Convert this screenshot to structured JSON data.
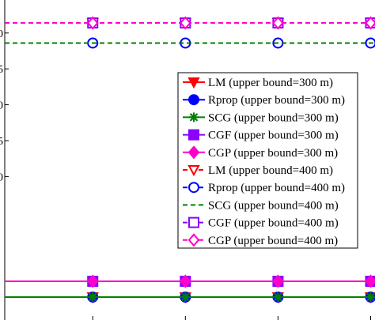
{
  "chart_data": {
    "type": "line",
    "title": "",
    "xlabel": "",
    "ylabel": "",
    "x": [
      1,
      2,
      3,
      4
    ],
    "xlim": [
      0.05,
      4.03
    ],
    "ylim": [
      -1.0,
      1.23
    ],
    "y_tick_values": [
      0,
      0.25,
      0.5,
      0.75,
      1.0
    ],
    "y_tick_labels": [
      "0",
      "5",
      "0",
      "5",
      "0"
    ],
    "grid": false,
    "legend_position": "center-right",
    "series": [
      {
        "name": "LM (upper bound=300 m)",
        "values": [
          -0.84,
          -0.84,
          -0.84,
          -0.84
        ],
        "color": "#ff0000",
        "dash": "solid",
        "marker": "triangle-down",
        "filled": true
      },
      {
        "name": "Rprop (upper bound=300 m)",
        "values": [
          -0.84,
          -0.84,
          -0.84,
          -0.84
        ],
        "color": "#0000ff",
        "dash": "solid",
        "marker": "circle",
        "filled": true
      },
      {
        "name": "SCG (upper bound=300 m)",
        "values": [
          -0.84,
          -0.84,
          -0.84,
          -0.84
        ],
        "color": "#008000",
        "dash": "solid",
        "marker": "star",
        "filled": true
      },
      {
        "name": "CGF (upper bound=300 m)",
        "values": [
          -0.73,
          -0.73,
          -0.73,
          -0.73
        ],
        "color": "#8b00ff",
        "dash": "solid",
        "marker": "square",
        "filled": true
      },
      {
        "name": "CGP (upper bound=300 m)",
        "values": [
          -0.73,
          -0.73,
          -0.73,
          -0.73
        ],
        "color": "#ff00cc",
        "dash": "solid",
        "marker": "diamond",
        "filled": true
      },
      {
        "name": "LM (upper bound=400 m)",
        "values": [
          1.07,
          1.07,
          1.07,
          1.07
        ],
        "color": "#ff0000",
        "dash": "dash",
        "marker": "triangle-down",
        "filled": false
      },
      {
        "name": "Rprop (upper bound=400 m)",
        "values": [
          0.93,
          0.93,
          0.93,
          0.93
        ],
        "color": "#0000ff",
        "dash": "dash",
        "marker": "circle",
        "filled": false
      },
      {
        "name": "SCG (upper bound=400 m)",
        "values": [
          0.93,
          0.93,
          0.93,
          0.93
        ],
        "color": "#008000",
        "dash": "dash",
        "marker": "none",
        "filled": false
      },
      {
        "name": "CGF (upper bound=400 m)",
        "values": [
          1.07,
          1.07,
          1.07,
          1.07
        ],
        "color": "#8b00ff",
        "dash": "dash",
        "marker": "square",
        "filled": false
      },
      {
        "name": "CGP (upper bound=400 m)",
        "values": [
          1.07,
          1.07,
          1.07,
          1.07
        ],
        "color": "#ff00cc",
        "dash": "dash",
        "marker": "diamond",
        "filled": false
      }
    ]
  }
}
